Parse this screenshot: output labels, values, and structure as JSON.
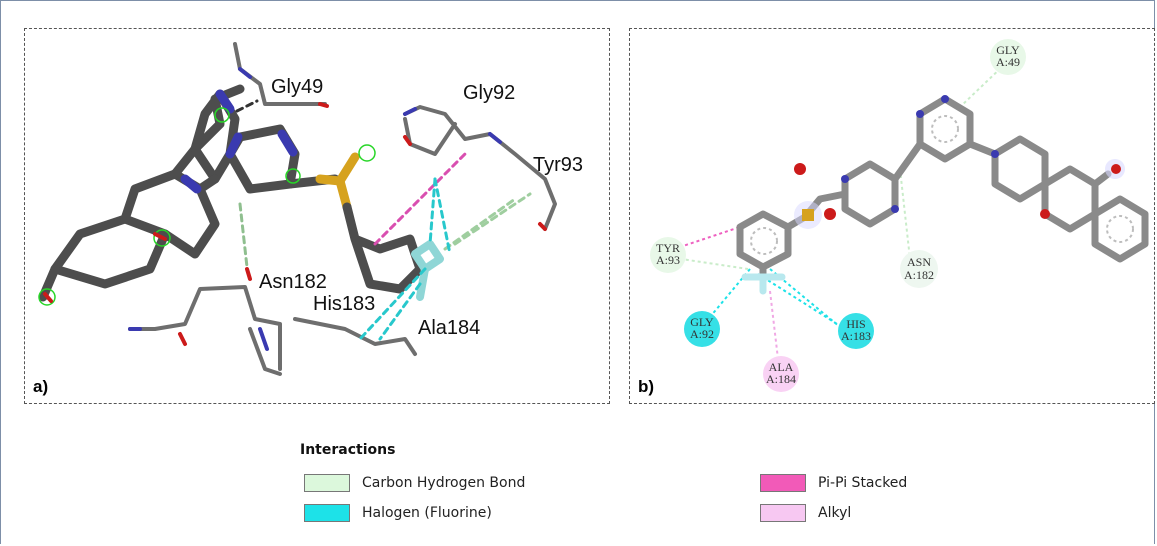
{
  "panel_a": {
    "letter": "a)",
    "residues": [
      "Gly49",
      "Gly92",
      "Tyr93",
      "Asn182",
      "His183",
      "Ala184"
    ]
  },
  "panel_b": {
    "letter": "b)",
    "residues": [
      {
        "name": "GLY",
        "chain": "A:49",
        "type": "carbon-hydrogen"
      },
      {
        "name": "TYR",
        "chain": "A:93",
        "type": "carbon-hydrogen"
      },
      {
        "name": "ASN",
        "chain": "A:182",
        "type": "carbon-hydrogen"
      },
      {
        "name": "GLY",
        "chain": "A:92",
        "type": "halogen"
      },
      {
        "name": "HIS",
        "chain": "A:183",
        "type": "halogen"
      },
      {
        "name": "ALA",
        "chain": "A:184",
        "type": "alkyl"
      }
    ]
  },
  "legend": {
    "title": "Interactions",
    "items": [
      {
        "label": "Carbon Hydrogen Bond",
        "color": "#dcf8dc"
      },
      {
        "label": "Halogen (Fluorine)",
        "color": "#1de2e8"
      },
      {
        "label": "Pi-Pi Stacked",
        "color": "#f25ab8"
      },
      {
        "label": "Alkyl",
        "color": "#f7c8f2"
      }
    ]
  },
  "colors": {
    "carbon": "#4d4d4d",
    "nitrogen": "#3a3ab0",
    "oxygen": "#cc1a1a",
    "sulfur": "#d6a21e",
    "fluorine": "#8fd6d6",
    "halo_glow": "#9a9ae8"
  }
}
